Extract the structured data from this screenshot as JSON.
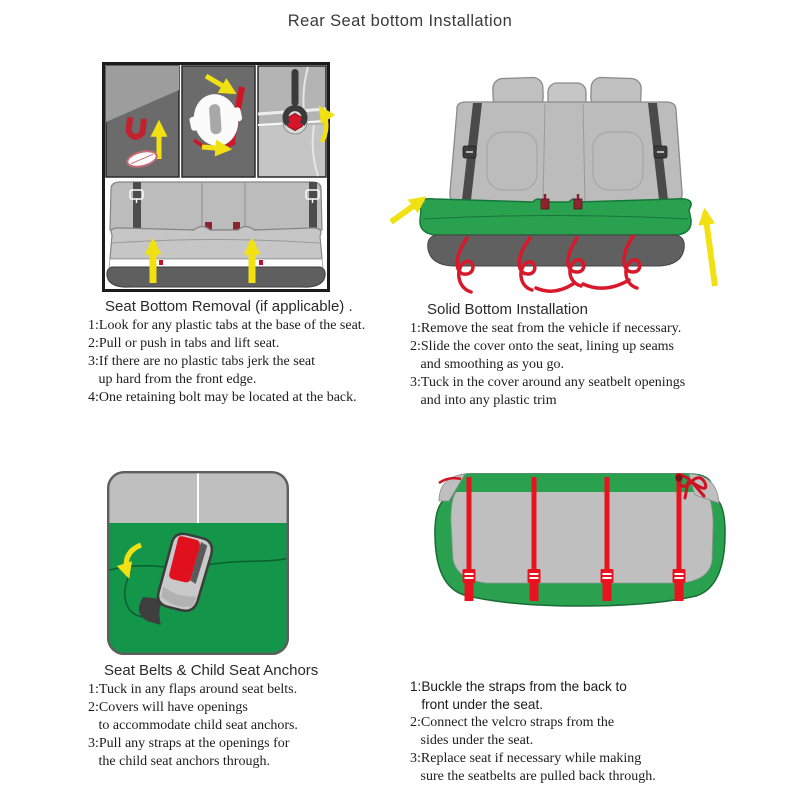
{
  "page_title": "Rear Seat bottom Installation",
  "colors": {
    "cover_green": "#2aa14f",
    "cover_green_dark": "#13954a",
    "strap_red": "#e8131f",
    "accent_red": "#cf1526",
    "arrow_yellow": "#f2e112",
    "seat_gray": "#bcbcbc",
    "base_gray": "#5f5f5f"
  },
  "sections": {
    "removal": {
      "heading": "Seat Bottom Removal (if applicable) .",
      "steps": [
        "1:Look for any plastic tabs at the base of the seat.",
        "2:Pull or push in tabs and lift seat.",
        "3:If there are no plastic tabs jerk the seat\n   up hard from the front edge.",
        "4:One retaining bolt may be located at the back."
      ]
    },
    "installation": {
      "heading": "Solid Bottom Installation",
      "steps": [
        "1:Remove the seat from the vehicle if necessary.",
        "2:Slide the cover onto the seat, lining up seams\n   and smoothing as you go.",
        "3:Tuck in the cover around any seatbelt openings\n   and into any plastic trim"
      ]
    },
    "anchors": {
      "heading": "Seat Belts & Child Seat Anchors",
      "steps": [
        "1:Tuck in any flaps around seat belts.",
        "2:Covers will have openings\n   to accommodate child seat anchors.",
        "3:Pull any straps at the openings for\n   the child seat anchors through."
      ]
    },
    "straps": {
      "steps": [
        "1:Buckle the straps from the back to\n   front under the seat.",
        "2:Connect the velcro straps from the\n   sides under the seat.",
        "3:Replace seat if necessary while making\n   sure the seatbelts are pulled back through."
      ]
    }
  }
}
